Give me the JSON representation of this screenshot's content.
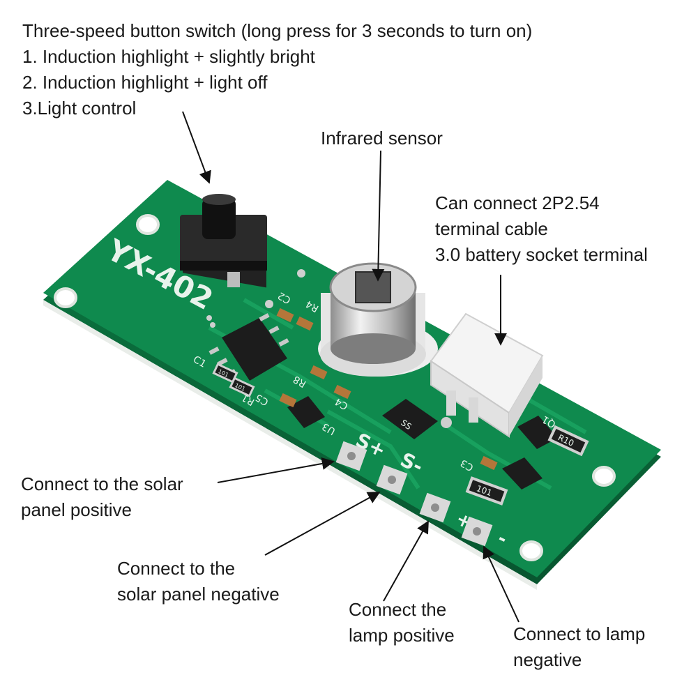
{
  "annotations": {
    "button_switch": {
      "lines": [
        "Three-speed button switch (long press for 3 seconds to turn on)",
        "1. Induction highlight + slightly bright",
        "2. Induction highlight + light off",
        "3.Light control"
      ]
    },
    "infrared_sensor": {
      "text": "Infrared sensor"
    },
    "terminal": {
      "lines": [
        "Can connect 2P2.54",
        "terminal cable",
        "3.0 battery socket terminal"
      ]
    },
    "solar_positive": {
      "lines": [
        "Connect to the solar",
        "panel positive"
      ]
    },
    "solar_negative": {
      "lines": [
        "Connect to the",
        "solar panel negative"
      ]
    },
    "lamp_positive": {
      "lines": [
        "Connect the",
        "lamp positive"
      ]
    },
    "lamp_negative": {
      "lines": [
        "Connect to lamp",
        "negative"
      ]
    }
  },
  "board": {
    "model": "YX-402",
    "pads": {
      "solar_pos": "S+",
      "solar_neg": "S-",
      "lamp_pos": "+",
      "lamp_neg": "-"
    },
    "components": {
      "c1": "C1",
      "c2": "C2",
      "c3": "C3",
      "c4": "C4",
      "c5": "C5",
      "r1": "R1",
      "r4": "R4",
      "r8": "R8",
      "u3": "U3",
      "q1": "Q1",
      "res_101_a": "101",
      "res_101_b": "101",
      "res_101_c": "101",
      "res_r10": "R10",
      "diode": "SS"
    }
  },
  "colors": {
    "pcb": "#0f8a4e",
    "pcb_dark": "#0a6a3b",
    "pad": "#d9d9d9",
    "chip": "#1c1c1c",
    "connector": "#f2f2f2"
  }
}
